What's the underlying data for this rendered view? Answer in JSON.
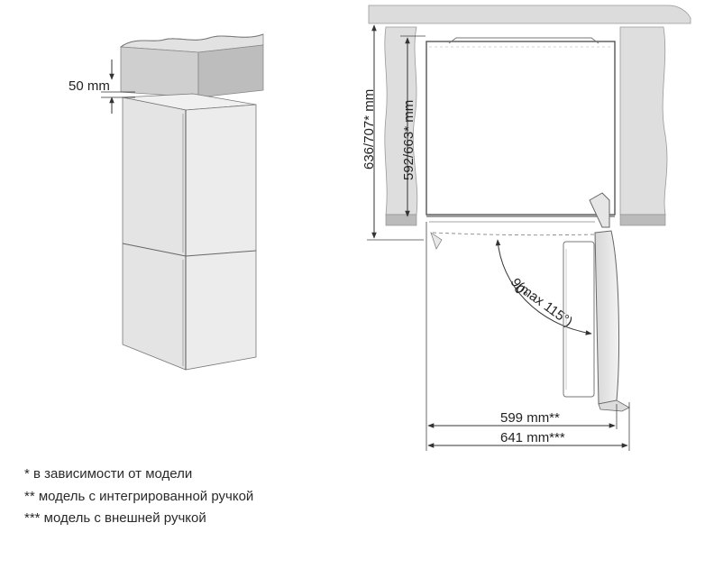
{
  "dimensions": {
    "top_gap": "50 mm",
    "depth_total": "636/707* mm",
    "depth_body": "592/663* mm",
    "width_integrated": "599 mm**",
    "width_external": "641 mm***",
    "door_angle": "90°",
    "door_angle_max": "(max 115°)"
  },
  "notes": [
    "* в зависимости от модели",
    "** модель с интегрированной ручкой",
    "*** модель с внешней ручкой"
  ]
}
